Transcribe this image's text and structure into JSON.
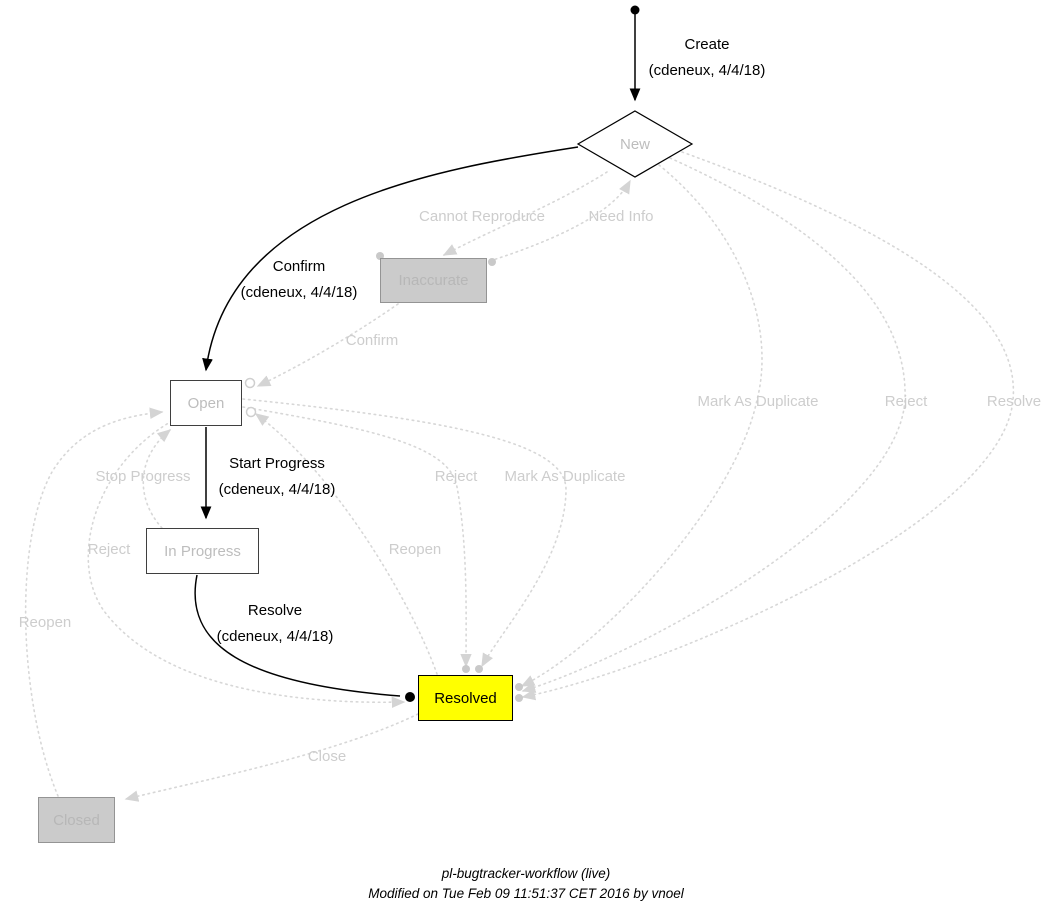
{
  "workflow": {
    "nodes": [
      {
        "id": "new",
        "label": "New",
        "shape": "diamond"
      },
      {
        "id": "inaccurate",
        "label": "Inaccurate",
        "shape": "box-gray"
      },
      {
        "id": "open",
        "label": "Open",
        "shape": "box-white"
      },
      {
        "id": "in_progress",
        "label": "In Progress",
        "shape": "box-white"
      },
      {
        "id": "resolved",
        "label": "Resolved",
        "shape": "box-yellow"
      },
      {
        "id": "closed",
        "label": "Closed",
        "shape": "box-gray"
      }
    ],
    "active_transitions": [
      {
        "label": "Create",
        "meta": "(cdeneux, 4/4/18)"
      },
      {
        "label": "Confirm",
        "meta": "(cdeneux, 4/4/18)"
      },
      {
        "label": "Start Progress",
        "meta": "(cdeneux, 4/4/18)"
      },
      {
        "label": "Resolve",
        "meta": "(cdeneux, 4/4/18)"
      }
    ],
    "inactive_transitions": [
      {
        "label": "Cannot Reproduce"
      },
      {
        "label": "Need Info"
      },
      {
        "label": "Confirm"
      },
      {
        "label": "Mark As Duplicate"
      },
      {
        "label": "Reject"
      },
      {
        "label": "Resolve"
      },
      {
        "label": "Stop Progress"
      },
      {
        "label": "Reject"
      },
      {
        "label": "Mark As Duplicate"
      },
      {
        "label": "Reopen"
      },
      {
        "label": "Reject"
      },
      {
        "label": "Reopen"
      },
      {
        "label": "Close"
      }
    ],
    "footer": {
      "line1": "pl-bugtracker-workflow (live)",
      "line2": "Modified on Tue Feb 09 11:51:37 CET 2016 by vnoel"
    },
    "colors": {
      "active_edge": "#000000",
      "inactive_edge": "#d7d7d7",
      "node_text_muted": "#bdbdbd",
      "resolved_fill": "#ffff00",
      "muted_node_fill": "#cbcbcb"
    }
  }
}
